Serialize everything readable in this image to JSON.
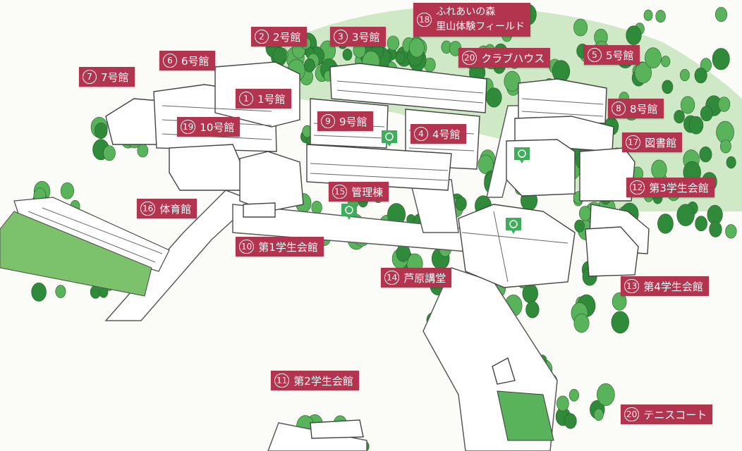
{
  "colors": {
    "label_bg": "#b3344e",
    "label_text": "#ffffff",
    "tree_dark": "#2f8a3a",
    "tree_light": "#58b35b",
    "grass": "#7cc26a",
    "ground": "#cfe8c6",
    "building": "#ffffff",
    "outline": "#4a4a4a",
    "marker": "#3fae5a"
  },
  "labels": [
    {
      "num": "18",
      "lines": [
        "ふれあいの森",
        "里山体験フィールド"
      ]
    },
    {
      "num": "2",
      "text": "2号館"
    },
    {
      "num": "3",
      "text": "3号館"
    },
    {
      "num": "20",
      "text": "クラブハウス"
    },
    {
      "num": "5",
      "text": "5号館"
    },
    {
      "num": "6",
      "text": "6号館"
    },
    {
      "num": "7",
      "text": "7号館"
    },
    {
      "num": "1",
      "text": "1号館"
    },
    {
      "num": "8",
      "text": "8号館"
    },
    {
      "num": "9",
      "text": "9号館"
    },
    {
      "num": "19",
      "text": "10号館"
    },
    {
      "num": "4",
      "text": "4号館"
    },
    {
      "num": "17",
      "text": "図書館"
    },
    {
      "num": "15",
      "text": "管理棟"
    },
    {
      "num": "12",
      "text": "第3学生会館"
    },
    {
      "num": "16",
      "text": "体育館"
    },
    {
      "num": "10",
      "text": "第1学生会館"
    },
    {
      "num": "14",
      "text": "芦原講堂"
    },
    {
      "num": "13",
      "text": "第4学生会館"
    },
    {
      "num": "11",
      "text": "第2学生会館"
    },
    {
      "num": "20",
      "text": "テニスコート"
    }
  ],
  "markers": [
    "building-marker-icon",
    "building-marker-icon",
    "building-marker-icon",
    "building-marker-icon",
    "building-marker-icon"
  ]
}
